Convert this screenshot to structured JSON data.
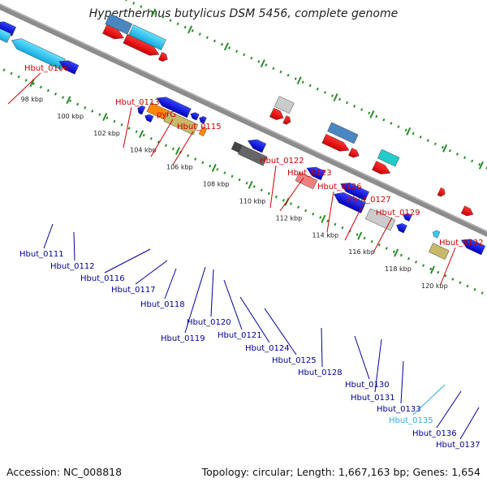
{
  "title": "Hyperthermus butylicus DSM 5456, complete genome",
  "footer": {
    "accession": "Accession: NC_008818",
    "topology": "Topology: circular; Length: 1,667,163 bp; Genes: 1,654"
  },
  "colors": {
    "backbone": "#8c8c8c",
    "tick_line": "#2a8c2a",
    "forward_label": "#cc0000",
    "reverse_label": "#000099",
    "highlight_label": "#33aadd"
  },
  "scale_ticks": [
    "98 kbp",
    "100 kbp",
    "102 kbp",
    "104 kbp",
    "106 kbp",
    "108 kbp",
    "110 kbp",
    "112 kbp",
    "114 kbp",
    "116 kbp",
    "118 kbp",
    "120 kbp"
  ],
  "forward_genes": [
    "Hbut_0106",
    "Hbut_0113",
    "pyrG",
    "Hbut_0115",
    "Hbut_0122",
    "Hbut_0123",
    "Hbut_0126",
    "Hbut_0127",
    "Hbut_0129",
    "Hbut_0132"
  ],
  "reverse_genes": [
    "Hbut_0111",
    "Hbut_0112",
    "Hbut_0116",
    "Hbut_0117",
    "Hbut_0118",
    "Hbut_0119",
    "Hbut_0120",
    "Hbut_0121",
    "Hbut_0124",
    "Hbut_0125",
    "Hbut_0128",
    "Hbut_0130",
    "Hbut_0131",
    "Hbut_0133",
    "Hbut_0135",
    "Hbut_0136",
    "Hbut_0137"
  ]
}
